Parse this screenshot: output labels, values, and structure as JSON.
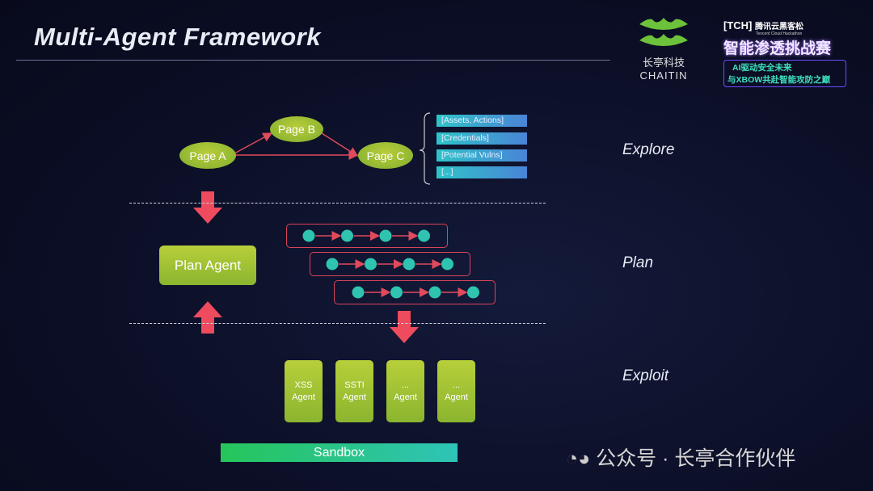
{
  "slide": {
    "title": "Multi-Agent Framework"
  },
  "logo": {
    "cn": "长亭科技",
    "en": "CHAITIN"
  },
  "event": {
    "bracket": "[TCH]",
    "org": "腾讯云黑客松",
    "org_en": "Tencent Cloud Hackathon",
    "name": "智能渗透挑战赛",
    "line1": "AI驱动安全未来",
    "line2": "与XBOW共赴智能攻防之巅"
  },
  "explore": {
    "pages": [
      "Page A",
      "Page B",
      "Page C"
    ],
    "tags": [
      "[Assets, Actions]",
      "[Credentials]",
      "[Potential Vulns]",
      "[...]"
    ]
  },
  "phases": [
    "Explore",
    "Plan",
    "Exploit"
  ],
  "plan": {
    "label": "Plan Agent"
  },
  "agents": [
    {
      "l1": "XSS",
      "l2": "Agent"
    },
    {
      "l1": "SSTI",
      "l2": "Agent"
    },
    {
      "l1": "...",
      "l2": "Agent"
    },
    {
      "l1": "...",
      "l2": "Agent"
    }
  ],
  "sandbox": "Sandbox",
  "watermark": "公众号 · 长亭合作伙伴",
  "colors": {
    "green": "#9bc234",
    "red": "#e04a5c",
    "teal": "#2ec4b0"
  }
}
